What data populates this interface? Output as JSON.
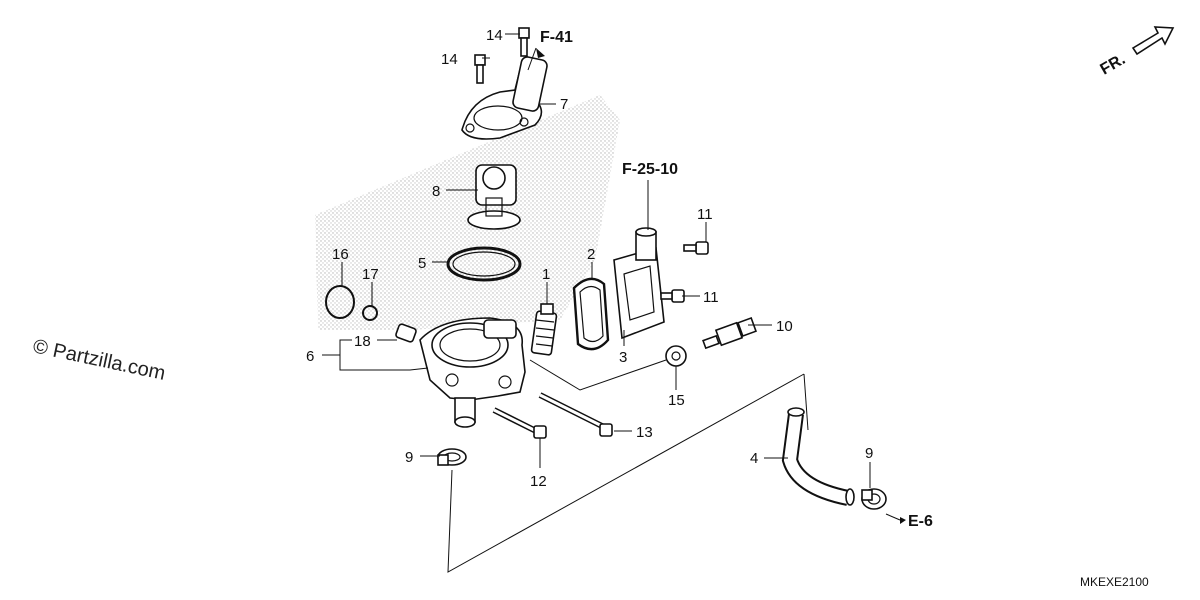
{
  "diagram": {
    "orientation_label": "FR.",
    "diagram_code": "MKEXE2100",
    "watermark": "© Partzilla.com",
    "references": {
      "f41": "F-41",
      "f2510": "F-25-10",
      "e6": "E-6"
    },
    "callouts": {
      "c1": "1",
      "c2": "2",
      "c3": "3",
      "c4": "4",
      "c5": "5",
      "c6": "6",
      "c7": "7",
      "c8": "8",
      "c9a": "9",
      "c9b": "9",
      "c10": "10",
      "c11a": "11",
      "c11b": "11",
      "c12": "12",
      "c13": "13",
      "c14a": "14",
      "c14b": "14",
      "c15": "15",
      "c16": "16",
      "c17": "17",
      "c18": "18"
    }
  }
}
